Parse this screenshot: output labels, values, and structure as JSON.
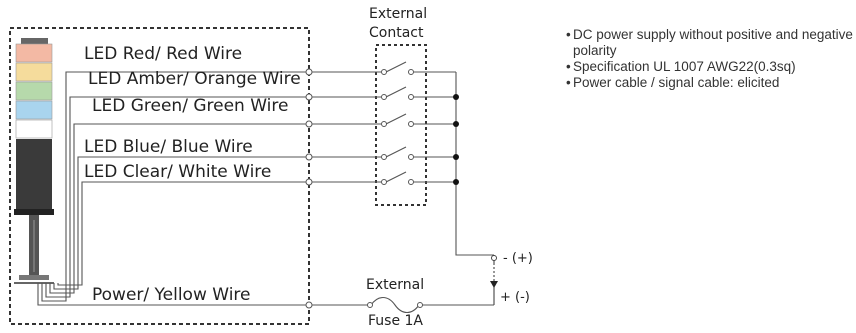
{
  "diagram": {
    "wires": [
      {
        "label": "LED Red/ Red Wire",
        "color": "#f3b9a4"
      },
      {
        "label": "LED Amber/ Orange Wire",
        "color": "#f5dc9c"
      },
      {
        "label": "LED Green/ Green Wire",
        "color": "#b6d9ab"
      },
      {
        "label": "LED Blue/ Blue Wire",
        "color": "#a9d4ee"
      },
      {
        "label": "LED Clear/ White Wire",
        "color": "#ffffff"
      }
    ],
    "power_wire_label": "Power/ Yellow Wire",
    "external_contact_label_line1": "External",
    "external_contact_label_line2": "Contact",
    "external_fuse_label_line1": "External",
    "external_fuse_label_line2": "Fuse 1A",
    "terminal_top_label": "- (+)",
    "terminal_bottom_label": "+ (-)"
  },
  "notes": [
    "DC power supply without positive and negative polarity",
    "Specification UL 1007 AWG22(0.3sq)",
    "Power cable / signal cable: elicited"
  ]
}
